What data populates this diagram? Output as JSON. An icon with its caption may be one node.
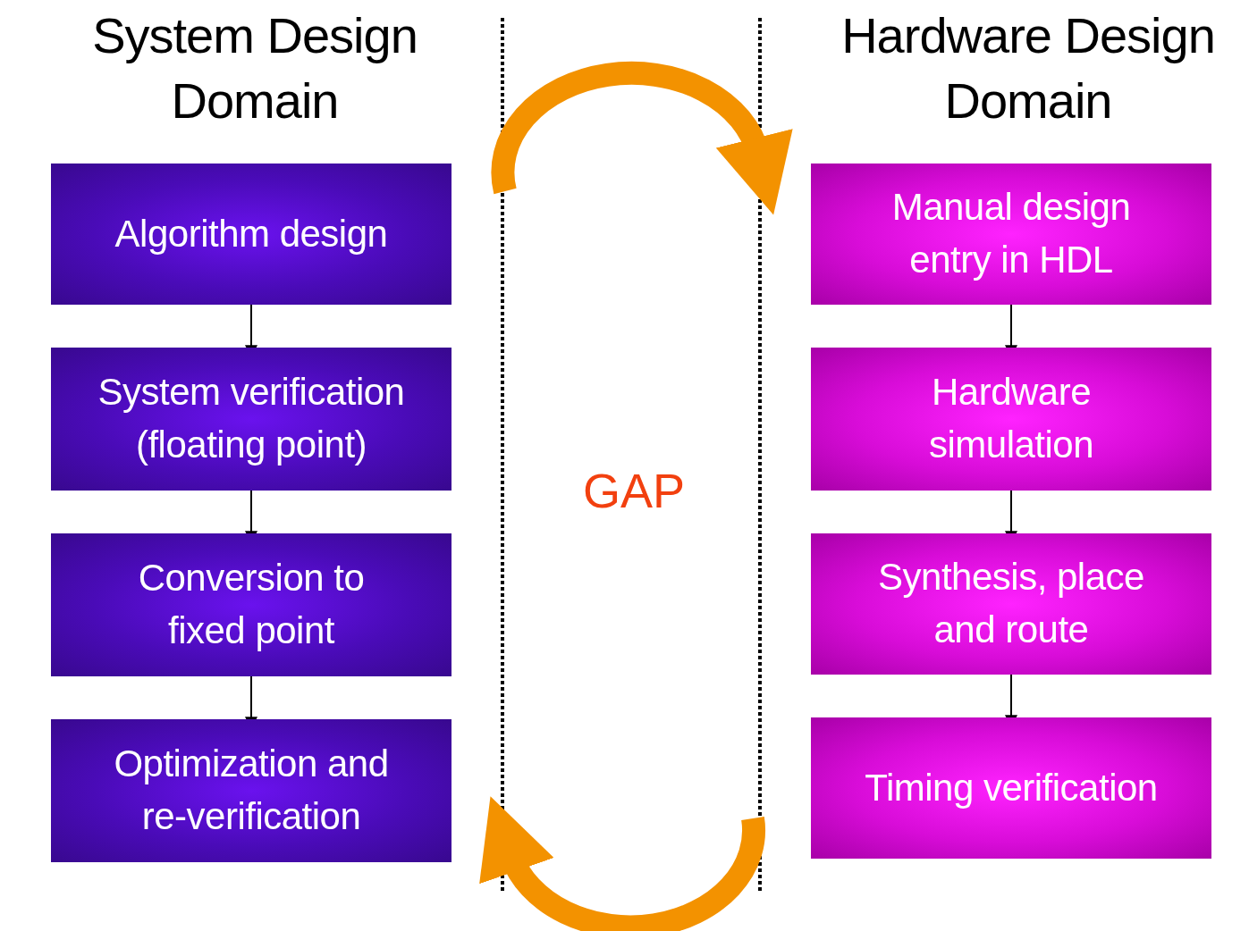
{
  "diagram": {
    "nodes": [
      {
        "text": [
          "Algorithm design"
        ]
      },
      {
        "text": [
          "System verification (floating point)"
        ]
      },
      {
        "text": [
          "Conversion to fixed point"
        ]
      },
      {
        "text": [
          "Optimization and re-verification"
        ]
      },
      {
        "text": [
          "Manual design entry in HDL"
        ]
      },
      {
        "text": [
          "Hardware simulation"
        ]
      },
      {
        "text": [
          "Synthesis, place and route"
        ]
      },
      {
        "text": [
          "Timing verification"
        ]
      }
    ],
    "edges": [
      {
        "from": 0,
        "to": 1,
        "arrow": "to"
      },
      {
        "from": 1,
        "to": 2,
        "arrow": "to"
      },
      {
        "from": 2,
        "to": 3,
        "arrow": "to"
      },
      {
        "from": 4,
        "to": 5,
        "arrow": "to"
      },
      {
        "from": 5,
        "to": 6,
        "arrow": "to"
      },
      {
        "from": 6,
        "to": 7,
        "arrow": "to"
      },
      {
        "from": 0,
        "to": 4,
        "arrow": "to",
        "style": "thick",
        "color": "#f39200"
      },
      {
        "from": 7,
        "to": 3,
        "arrow": "to",
        "style": "thick",
        "color": "#f39200"
      }
    ],
    "labels": [
      "System Design Domain",
      "Hardware Design Domain",
      "GAP"
    ]
  }
}
